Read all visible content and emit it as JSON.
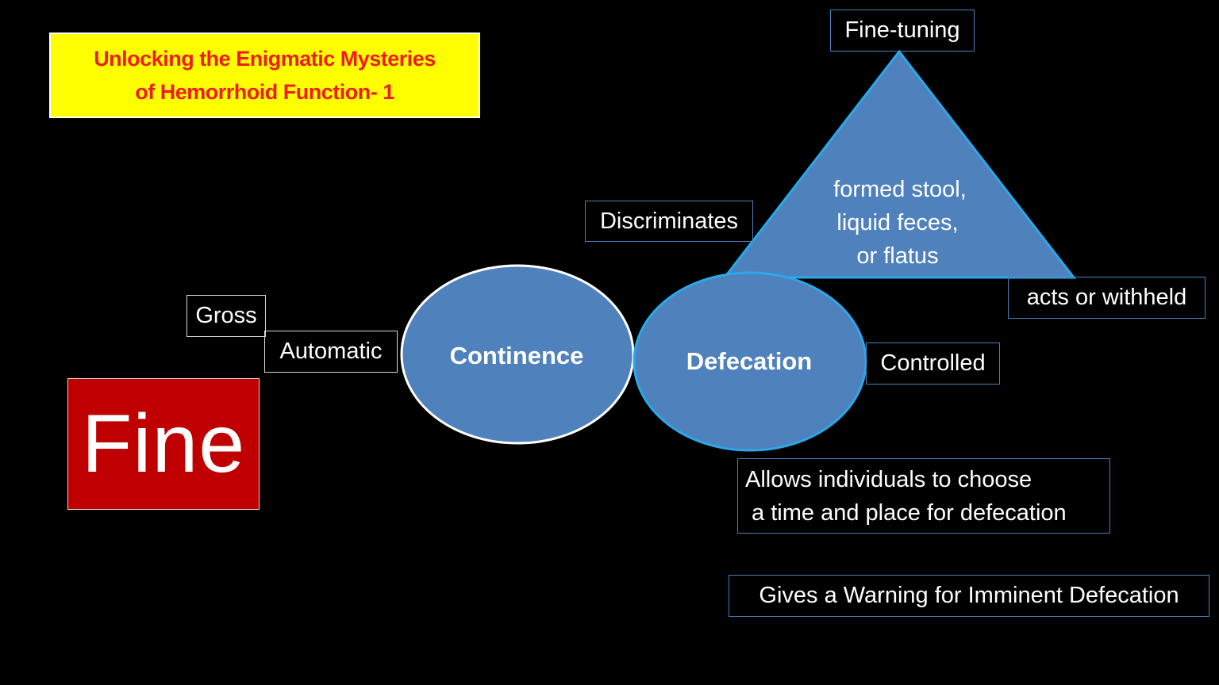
{
  "title": {
    "line1": "Unlocking the Enigmatic Mysteries",
    "line2": "of Hemorrhoid Function- 1"
  },
  "triangle": {
    "header": "Fine-tuning",
    "lines": [
      "formed stool,",
      "liquid feces,",
      "or flatus"
    ]
  },
  "labels": {
    "discriminates": "Discriminates",
    "acts_withheld": "acts or withheld",
    "gross": "Gross",
    "automatic": "Automatic",
    "controlled": "Controlled"
  },
  "ovals": {
    "continence": "Continence",
    "defecation": "Defecation"
  },
  "fine": "Fine",
  "notes": {
    "allows_line1": "Allows individuals to choose",
    "allows_line2": " a time and place for defecation",
    "warning": "Gives a Warning for Imminent Defecation"
  },
  "colors": {
    "background": "#000000",
    "shape_fill": "#4f81bd",
    "title_bg": "#ffff00",
    "title_text": "#ee1c1c",
    "fine_bg": "#c00000"
  }
}
